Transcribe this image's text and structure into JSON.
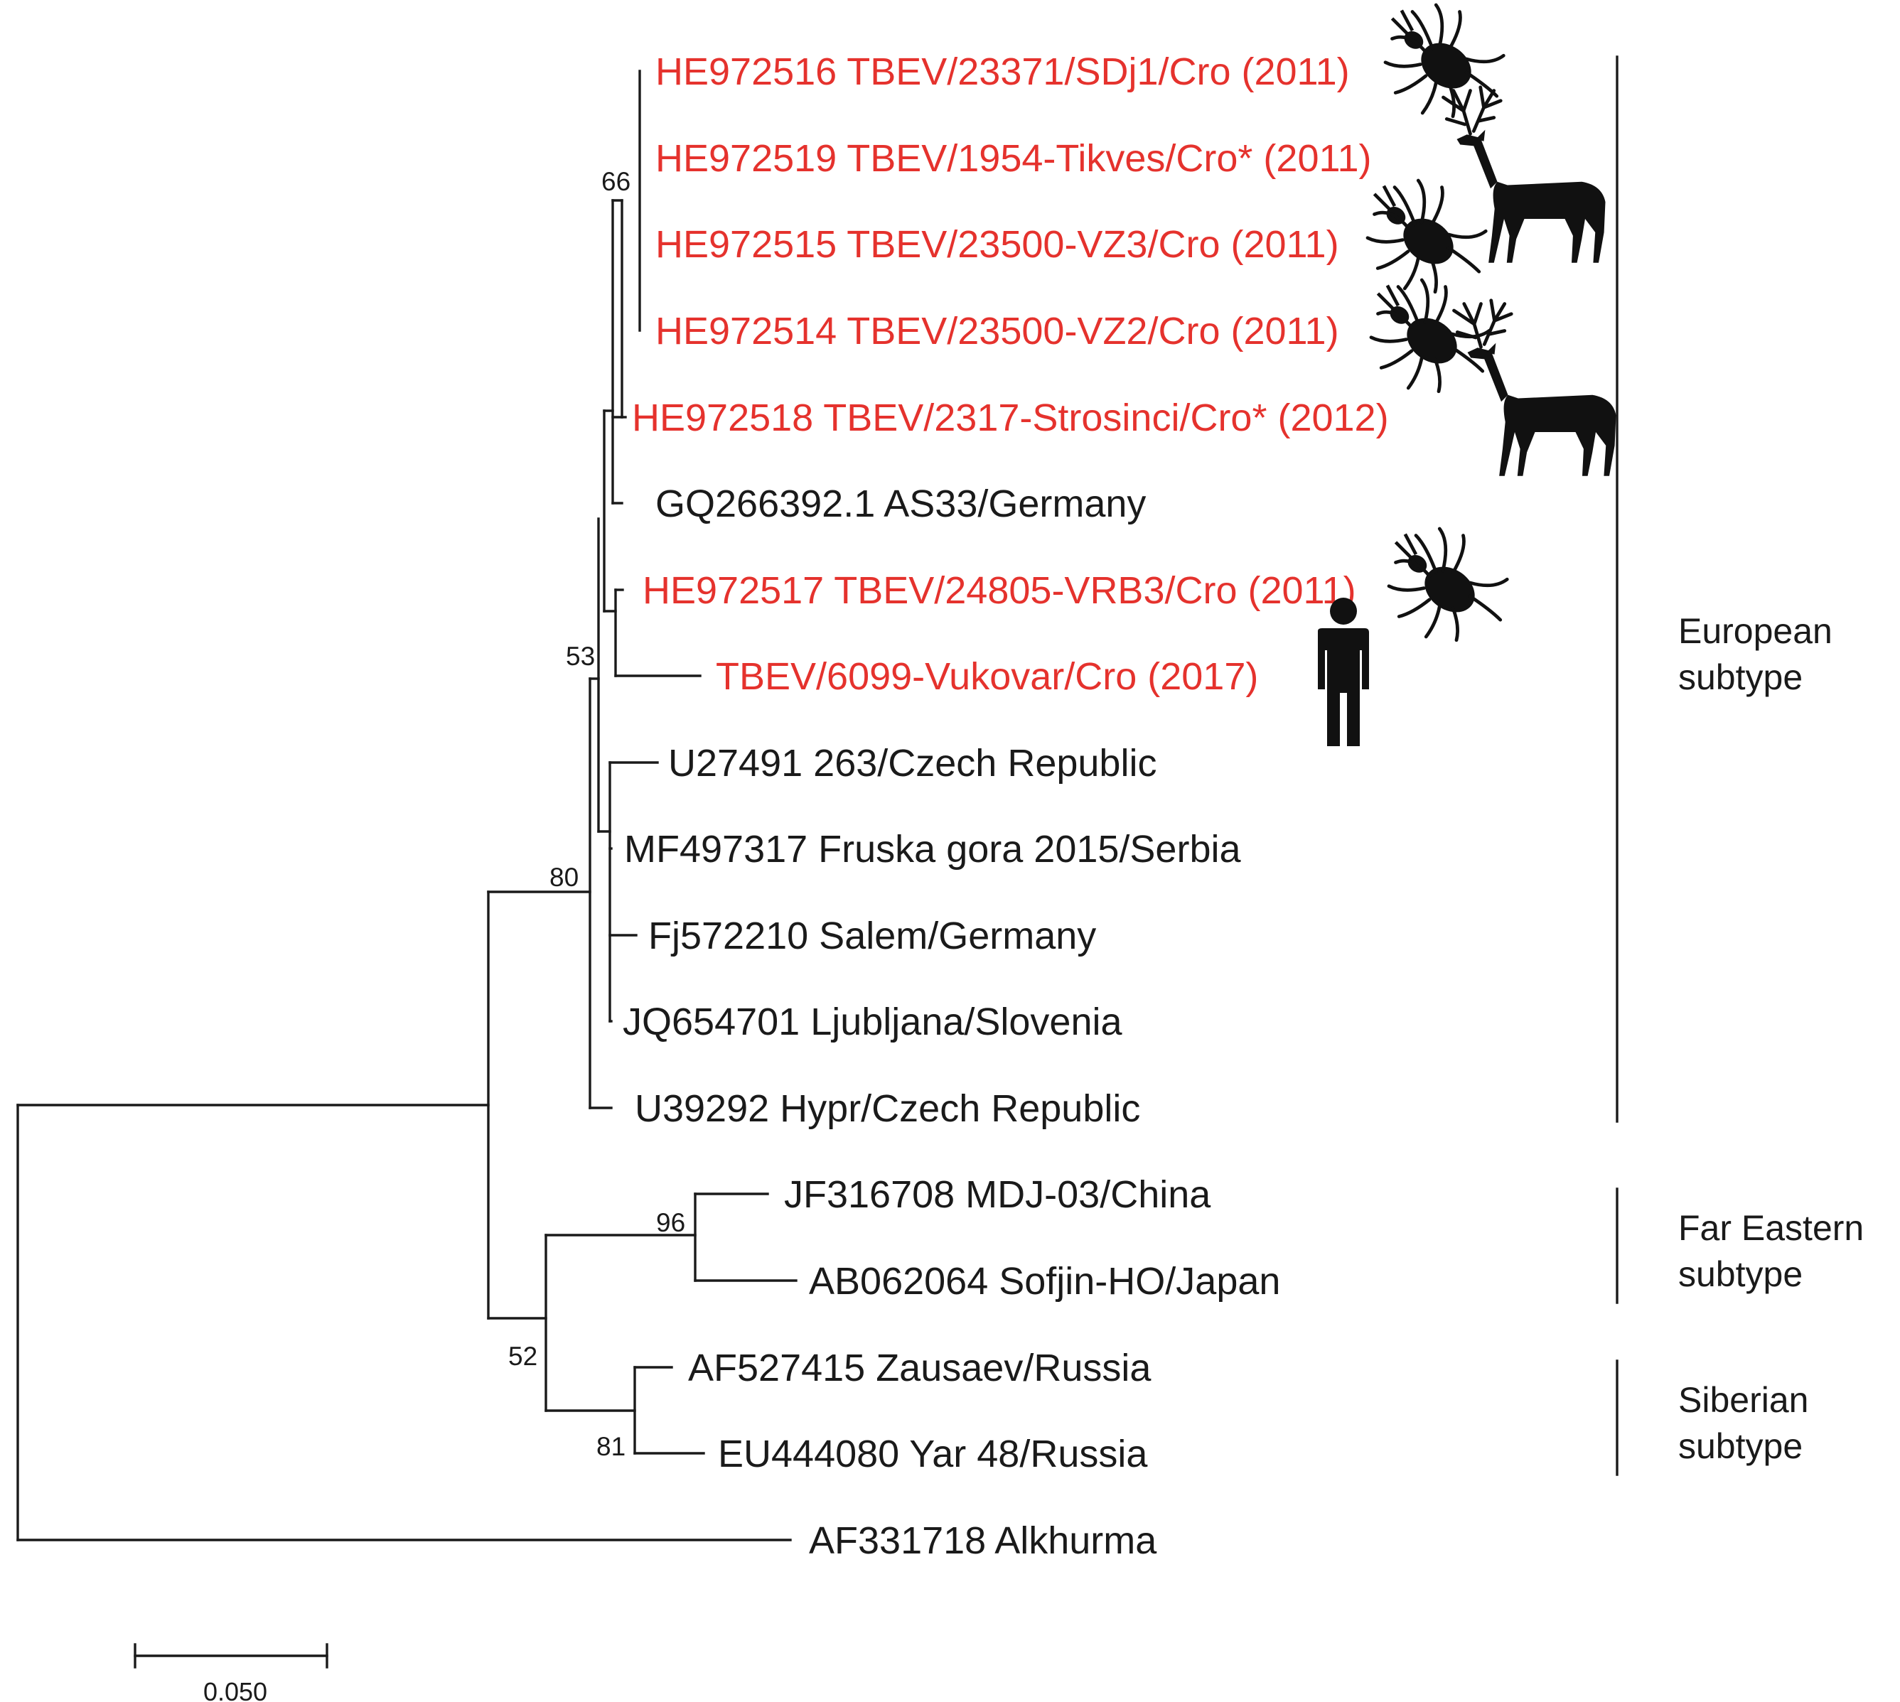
{
  "colors": {
    "highlight": "#e5322d",
    "default": "#1a1a1a"
  },
  "leaves": {
    "l1": {
      "text": "HE972516 TBEV/23371/SDj1/Cro (2011)",
      "highlight": true
    },
    "l2": {
      "text": "HE972519 TBEV/1954-Tikves/Cro* (2011)",
      "highlight": true
    },
    "l3": {
      "text": "HE972515 TBEV/23500-VZ3/Cro (2011)",
      "highlight": true
    },
    "l4": {
      "text": "HE972514 TBEV/23500-VZ2/Cro (2011)",
      "highlight": true
    },
    "l5": {
      "text": "HE972518 TBEV/2317-Strosinci/Cro* (2012)",
      "highlight": true
    },
    "l6": {
      "text": "GQ266392.1 AS33/Germany",
      "highlight": false
    },
    "l7": {
      "text": "HE972517 TBEV/24805-VRB3/Cro (2011)",
      "highlight": true
    },
    "l8": {
      "text": "TBEV/6099-Vukovar/Cro (2017)",
      "highlight": true
    },
    "l9": {
      "text": "U27491 263/Czech Republic",
      "highlight": false
    },
    "l10": {
      "text": "MF497317 Fruska gora 2015/Serbia",
      "highlight": false
    },
    "l11": {
      "text": "Fj572210 Salem/Germany",
      "highlight": false
    },
    "l12": {
      "text": "JQ654701 Ljubljana/Slovenia",
      "highlight": false
    },
    "l13": {
      "text": "U39292 Hypr/Czech Republic",
      "highlight": false
    },
    "l14": {
      "text": "JF316708 MDJ-03/China",
      "highlight": false
    },
    "l15": {
      "text": "AB062064 Sofjin-HO/Japan",
      "highlight": false
    },
    "l16": {
      "text": "AF527415 Zausaev/Russia",
      "highlight": false
    },
    "l17": {
      "text": "EU444080 Yar 48/Russia",
      "highlight": false
    },
    "l18": {
      "text": "AF331718 Alkhurma",
      "highlight": false
    }
  },
  "bootstrap": {
    "b66": "66",
    "b53": "53",
    "b80": "80",
    "b96": "96",
    "b52": "52",
    "b81": "81"
  },
  "clades": {
    "european": {
      "line1": "European",
      "line2": "subtype"
    },
    "far_eastern": {
      "line1": "Far Eastern",
      "line2": "subtype"
    },
    "siberian": {
      "line1": "Siberian",
      "line2": "subtype"
    }
  },
  "scale_bar": {
    "label": "0.050"
  },
  "host_icons": {
    "l1": "tick-icon",
    "l2": "deer-icon",
    "l3": "tick-icon",
    "l4": "tick-icon",
    "l5": "deer-icon",
    "l7": "tick-icon",
    "l8": "human-icon"
  }
}
